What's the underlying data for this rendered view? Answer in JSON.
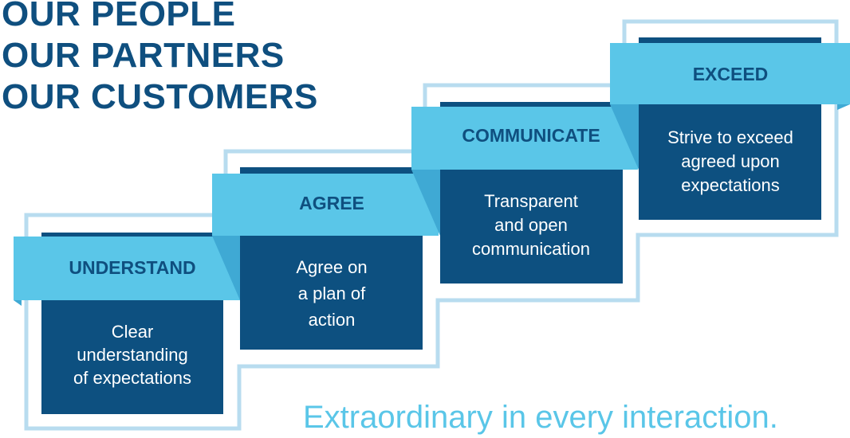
{
  "headline": {
    "line1": "OUR PEOPLE",
    "line2": "OUR PARTNERS",
    "line3": "OUR CUSTOMERS"
  },
  "steps": [
    {
      "title": "UNDERSTAND",
      "description_lines": [
        "Clear",
        "understanding",
        "of expectations"
      ]
    },
    {
      "title": "AGREE",
      "description_lines": [
        "Agree on",
        "a plan of",
        "action"
      ]
    },
    {
      "title": "COMMUNICATE",
      "description_lines": [
        "Transparent",
        "and open",
        "communication"
      ]
    },
    {
      "title": "EXCEED",
      "description_lines": [
        "Strive to exceed",
        "agreed upon",
        "expectations"
      ]
    }
  ],
  "tagline": "Extraordinary in every interaction.",
  "colors": {
    "dark_navy": "#0f4f7f",
    "box_navy": "#0d5080",
    "ribbon_light_blue": "#5ac6e8",
    "ribbon_fold_blue": "#3fa9d4",
    "outline_pale_blue": "#b8dcef",
    "tagline_blue": "#5ac6e8"
  }
}
